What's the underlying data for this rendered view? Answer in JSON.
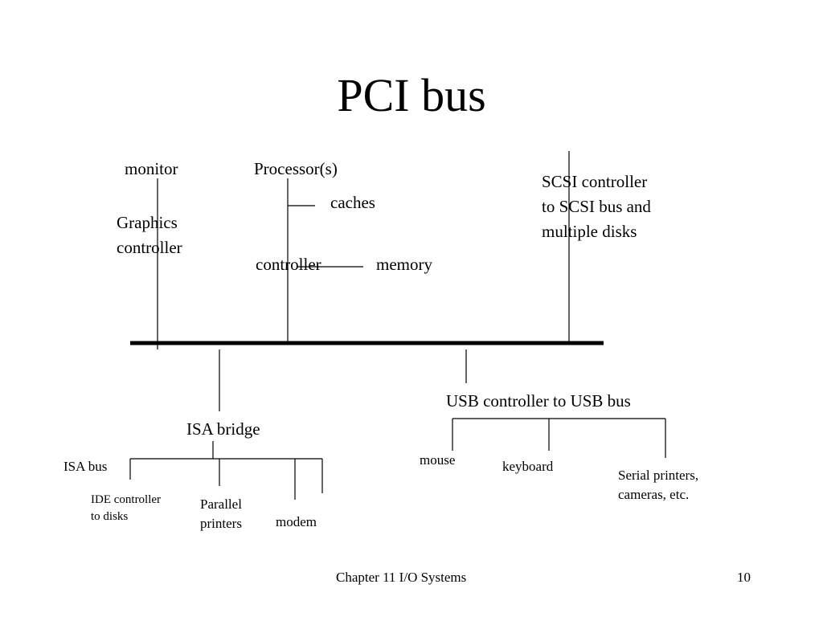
{
  "title": "PCI bus",
  "labels": {
    "monitor": "monitor",
    "processor": "Processor(s)",
    "caches": "caches",
    "graphics_line1": "Graphics",
    "graphics_line2": "controller",
    "controller": "controller",
    "memory": "memory",
    "scsi_line1": "SCSI controller",
    "scsi_line2": "to SCSI bus and",
    "scsi_line3": "multiple disks",
    "usb_controller": "USB controller to USB bus",
    "isa_bridge": "ISA bridge",
    "isa_bus": "ISA bus",
    "ide_line1": "IDE controller",
    "ide_line2": "to disks",
    "parallel_line1": "Parallel",
    "parallel_line2": "printers",
    "modem": "modem",
    "mouse": "mouse",
    "keyboard": "keyboard",
    "serial_line1": "Serial printers,",
    "serial_line2": "cameras, etc."
  },
  "footer": {
    "chapter": "Chapter 11 I/O Systems",
    "page": "10"
  }
}
